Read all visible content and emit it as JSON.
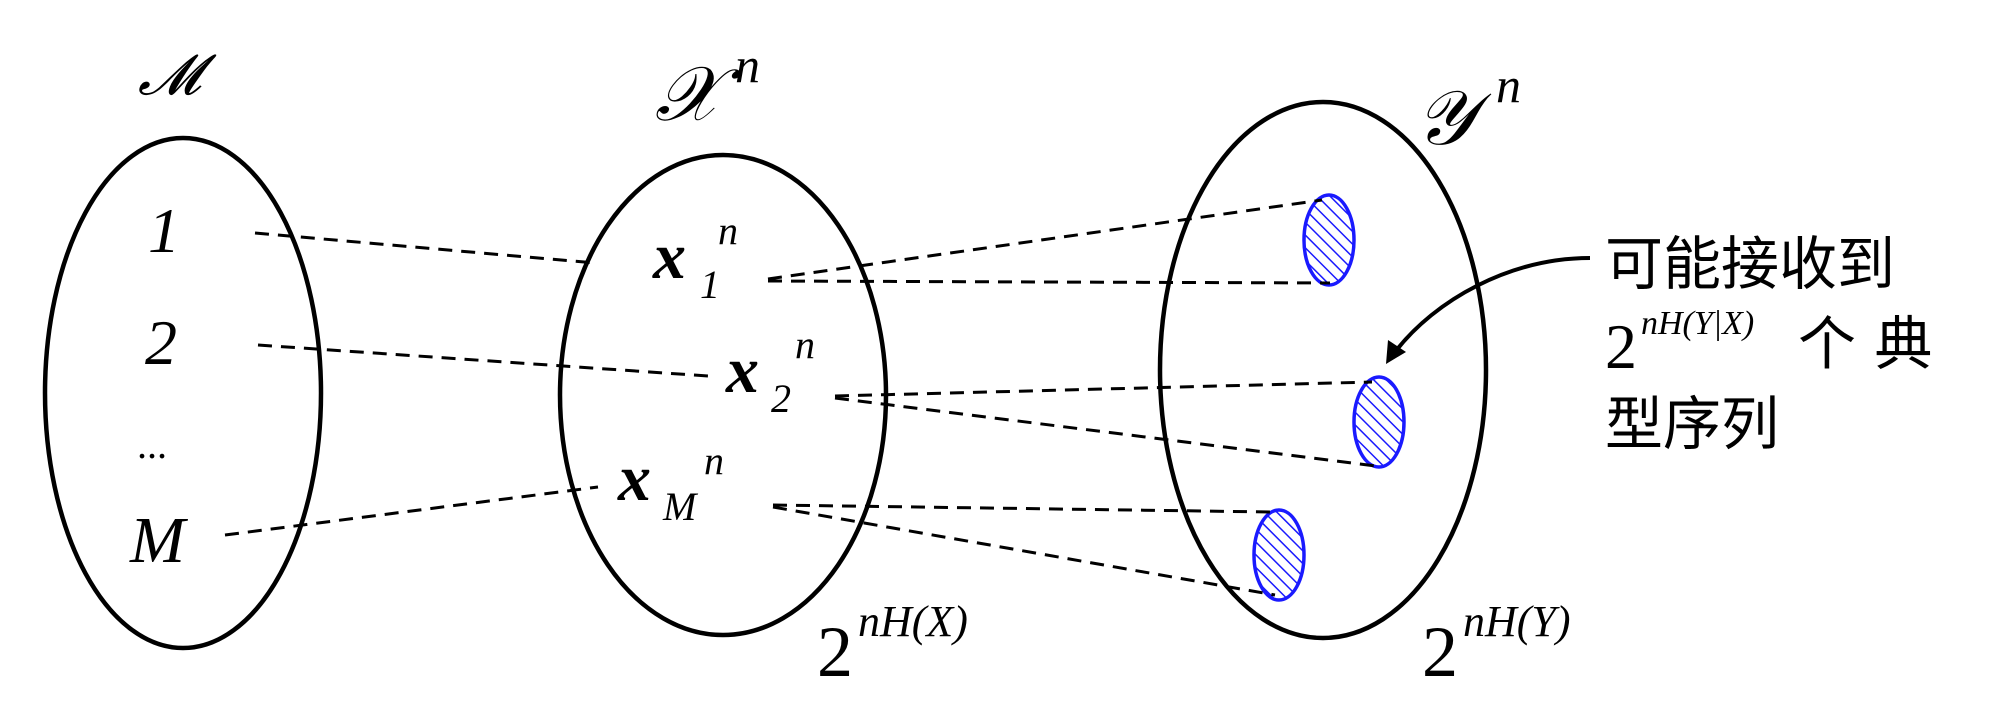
{
  "diagram": {
    "sets": {
      "message": {
        "title": "𝓜"
      },
      "input": {
        "title": "𝒳",
        "title_sup": "n",
        "cardinality_base": "2",
        "cardinality_exp": "nH(X)"
      },
      "output": {
        "title": "𝒴",
        "title_sup": "n",
        "cardinality_base": "2",
        "cardinality_exp": "nH(Y)"
      }
    },
    "messages": [
      "1",
      "2",
      "...",
      "M"
    ],
    "codewords": [
      {
        "main": "x",
        "sub": "1",
        "sup": "n"
      },
      {
        "main": "x",
        "sub": "2",
        "sup": "n"
      },
      {
        "main": "x",
        "sub": "M",
        "sup": "n"
      }
    ],
    "annotation": {
      "line1": "可能接收到",
      "line2_base": "2",
      "line2_exp": "nH(Y|X)",
      "line2_rest": "个 典",
      "line3": "型序列"
    },
    "colors": {
      "outline": "#000000",
      "typical_set_stroke": "#1a1aff",
      "typical_set_hatch": "#1a1aff"
    }
  }
}
